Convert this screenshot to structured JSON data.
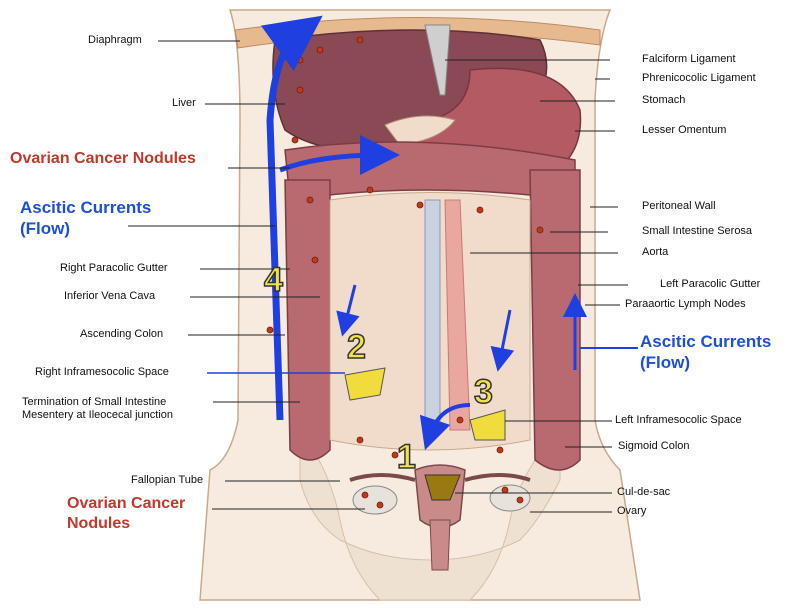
{
  "labels": {
    "diaphragm": "Diaphragm",
    "liver": "Liver",
    "ovarian_cancer_nodules_top": "Ovarian Cancer Nodules",
    "ascitic_currents_left": "Ascitic Currents\n(Flow)",
    "right_paracolic_gutter": "Right Paracolic Gutter",
    "inferior_vena_cava": "Inferior Vena Cava",
    "ascending_colon": "Ascending Colon",
    "right_inframesocolic_space": "Right Inframesocolic Space",
    "termination": "Termination of Small Intestine\nMesentery at Ileocecal junction",
    "fallopian_tube": "Fallopian Tube",
    "ovarian_cancer_nodules_bottom": "Ovarian Cancer\nNodules",
    "falciform_ligament": "Falciform Ligament",
    "phrenicocolic_ligament": "Phrenicocolic Ligament",
    "stomach": "Stomach",
    "lesser_omentum": "Lesser Omentum",
    "peritoneal_wall": "Peritoneal Wall",
    "small_intestine_serosa": "Small Intestine Serosa",
    "aorta": "Aorta",
    "left_paracolic_gutter": "Left Paracolic Gutter",
    "paraaortic_lymph_nodes": "Paraaortic Lymph Nodes",
    "ascitic_currents_right": "Ascitic Currents\n(Flow)",
    "left_inframesocolic_space": "Left Inframesocolic Space",
    "sigmoid_colon": "Sigmoid Colon",
    "cul_de_sac": "Cul-de-sac",
    "ovary": "Ovary"
  },
  "numbers": {
    "n1": "1",
    "n2": "2",
    "n3": "3",
    "n4": "4"
  },
  "colors": {
    "label_red": "#c0392b",
    "label_blue": "#1f4fd6",
    "arrow_blue": "#1f3fe0",
    "number_yellow": "#f2e24a",
    "organ_liver": "#8a4a55",
    "organ_colon": "#b86a70",
    "mesentery": "#f1dccb",
    "skin": "#f4e3d3"
  }
}
